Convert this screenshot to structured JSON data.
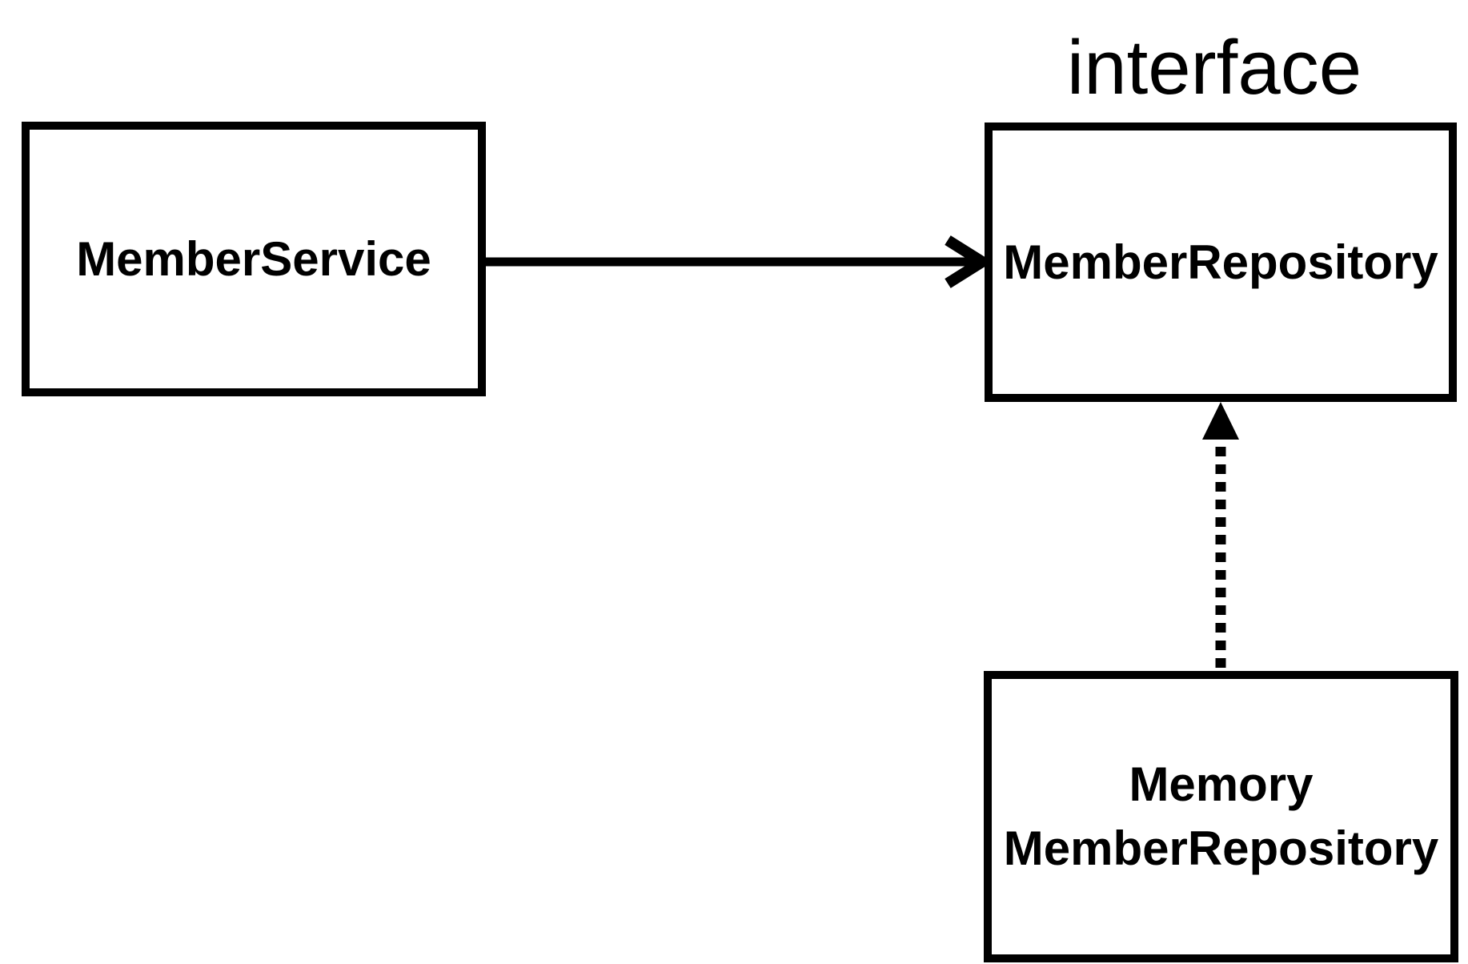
{
  "diagram": {
    "background_color": "#ffffff",
    "stroke_color": "#000000",
    "text_color": "#000000",
    "stereotype_label": "interface",
    "nodes": [
      {
        "id": "member-service",
        "label": "MemberService"
      },
      {
        "id": "member-repository",
        "label": "MemberRepository",
        "stereotype": "interface"
      },
      {
        "id": "memory-member-repository",
        "label": "Memory\nMemberRepository"
      }
    ],
    "edges": [
      {
        "from": "member-service",
        "to": "member-repository",
        "style": "solid",
        "arrowhead": "open-chevron",
        "direction": "left-to-right"
      },
      {
        "from": "memory-member-repository",
        "to": "member-repository",
        "style": "dashed",
        "arrowhead": "filled-triangle",
        "direction": "bottom-to-top"
      }
    ]
  }
}
